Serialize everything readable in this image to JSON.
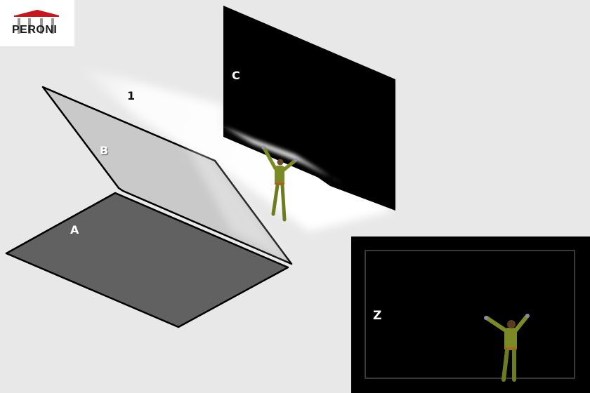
{
  "logo": {
    "brand": "PERONI",
    "accent_color": "#c8161d"
  },
  "labels": {
    "A": "A",
    "B": "B",
    "C": "C",
    "beam": "1",
    "Z": "Z"
  },
  "colors": {
    "background": "#e8e8e8",
    "plane_a": "#616161",
    "plane_b": "#c9c9c9",
    "screen_c": "#000000",
    "monitor_z": "#000000",
    "figure_suit": "#7b8a24",
    "figure_belt": "#c25a1a"
  }
}
